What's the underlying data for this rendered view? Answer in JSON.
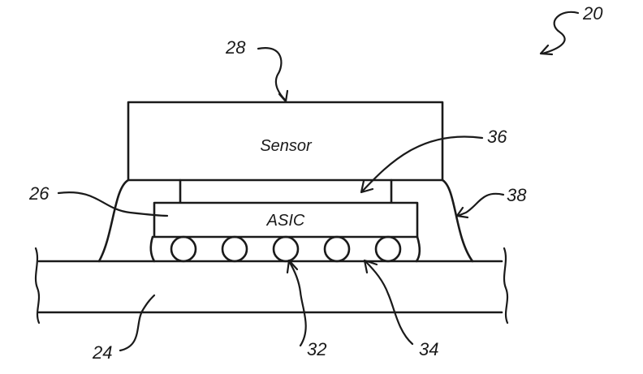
{
  "components": {
    "sensor": "Sensor",
    "asic": "ASIC"
  },
  "refs": {
    "assembly": "20",
    "substrate": "24",
    "asic": "26",
    "sensor": "28",
    "solder_ball": "32",
    "underfill": "34",
    "adhesive": "36",
    "encapsulant": "38"
  }
}
